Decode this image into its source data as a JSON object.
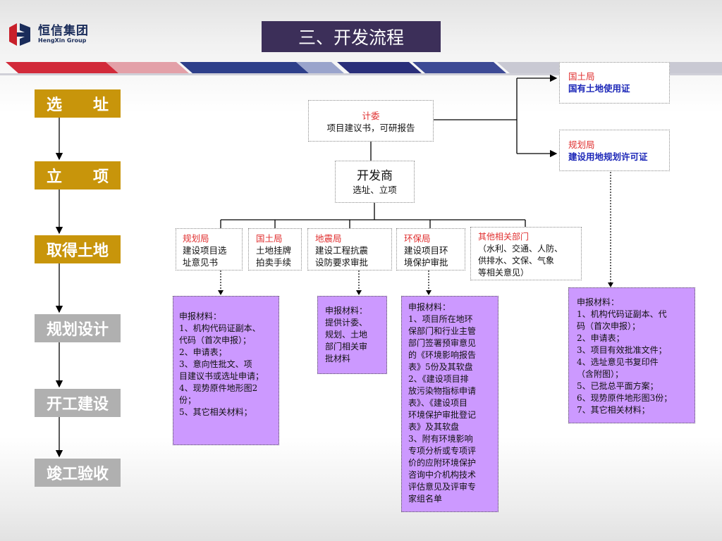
{
  "header": {
    "logo_cn": "恒信集团",
    "logo_en": "HengXin Group",
    "title": "三、开发流程"
  },
  "colors": {
    "title_bg": "#3c2f59",
    "step_gold": "#c8950b",
    "step_gray": "#b0b0b0",
    "materials_bg": "#cc99ff",
    "dept_red": "#e03030",
    "cert_blue": "#1c27b8"
  },
  "steps": [
    {
      "label": "选　　址",
      "style": "gold"
    },
    {
      "label": "立　　项",
      "style": "gold"
    },
    {
      "label": "取得土地",
      "style": "gold"
    },
    {
      "label": "规划设计",
      "style": "gray"
    },
    {
      "label": "开工建设",
      "style": "gray"
    },
    {
      "label": "竣工验收",
      "style": "gray"
    }
  ],
  "planning_commission": {
    "dept": "计委",
    "text": "项目建议书，可研报告"
  },
  "developer": {
    "title": "开发商",
    "text": "选址、立项"
  },
  "certificates": [
    {
      "dept": "国土局",
      "text": "国有土地使用证"
    },
    {
      "dept": "规划局",
      "text": "建设用地规划许可证"
    }
  ],
  "departments": [
    {
      "dept": "规划局",
      "lines": [
        "建设项目选",
        "址意见书"
      ]
    },
    {
      "dept": "国土局",
      "lines": [
        "土地挂牌",
        "拍卖手续"
      ]
    },
    {
      "dept": "地震局",
      "lines": [
        "建设工程抗震",
        "设防要求审批"
      ]
    },
    {
      "dept": "环保局",
      "lines": [
        "建设项目环",
        "境保护审批"
      ]
    },
    {
      "dept": "其他相关部门",
      "lines": [
        "（水利、交通、人防、",
        "供排水、文保、气象",
        "等相关意见）"
      ]
    }
  ],
  "materials": [
    {
      "lines": [
        "申报材料：",
        "1、机构代码证副本、",
        "代码（首次申报）；",
        "2、申请表；",
        "3、意向性批文、项",
        "目建议书或选址申请；",
        "4、现势原件地形图2",
        "份；",
        "5、其它相关材料；"
      ]
    },
    {
      "lines": [
        "申报材料：",
        "提供计委、",
        "规划、土地",
        "部门相关审",
        "批材料"
      ]
    },
    {
      "lines": [
        "申报材料：",
        "1、项目所在地环",
        "保部门和行业主管",
        "部门签署预审意见",
        "的《环境影响报告",
        "表》5份及其软盘",
        "2、《建设项目排",
        "放污染物指标申请",
        "表》、《建设项目",
        "环境保护审批登记",
        "表》及其软盘",
        "3、附有环境影响",
        "专项分析或专项评",
        "价的应附环境保护",
        "咨询中介机构技术",
        "评估意见及评审专",
        "家组名单"
      ]
    },
    {
      "lines": [
        "申报材料：",
        "1、机构代码证副本、代",
        "码（首次申报）；",
        "2、申请表；",
        "3、项目有效批准文件；",
        "4、选址意见书复印件",
        "（含附图）；",
        "5、已批总平面方案；",
        "6、现势原件地形图3份；",
        "7、其它相关材料；"
      ]
    }
  ]
}
